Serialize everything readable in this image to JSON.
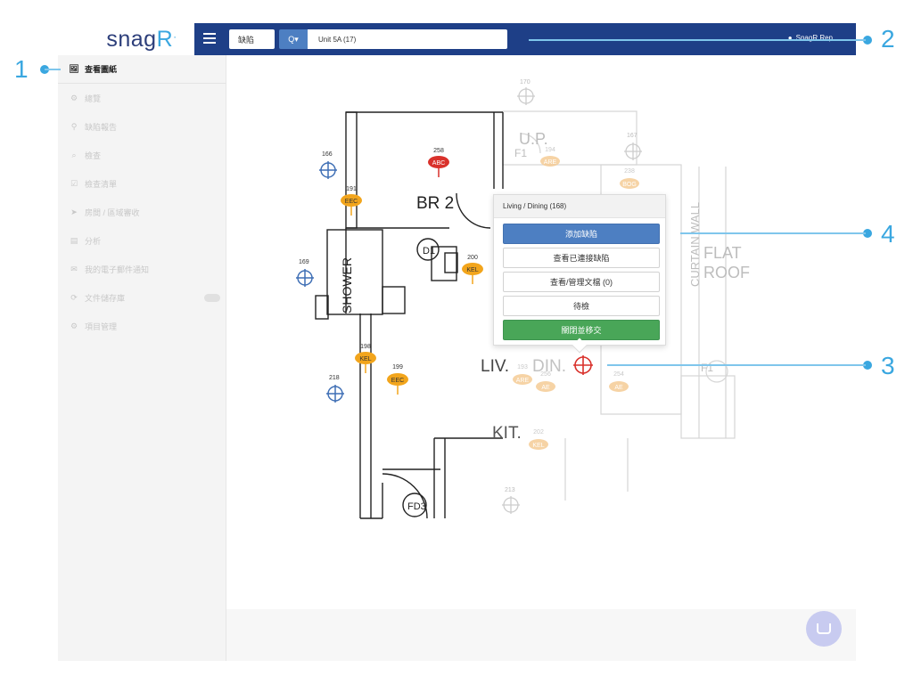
{
  "app": {
    "logo_main": "snag",
    "logo_r": "R",
    "logo_dot": "·"
  },
  "header": {
    "type_select": "缺陷",
    "search_label": "Q▾",
    "search_value": "Unit 5A (17)",
    "user": "SnagR Rep"
  },
  "sidebar": {
    "items": [
      {
        "icon": "🖼",
        "label": "查看圖紙",
        "active": true
      },
      {
        "icon": "⚙",
        "label": "總覽"
      },
      {
        "icon": "⚲",
        "label": "缺陷報告"
      },
      {
        "icon": "⌕",
        "label": "檢查"
      },
      {
        "icon": "☑",
        "label": "檢查清單"
      },
      {
        "icon": "➤",
        "label": "房間 / 區域審收"
      },
      {
        "icon": "▤",
        "label": "分析"
      },
      {
        "icon": "✉",
        "label": "我的電子郵件通知"
      },
      {
        "icon": "⟳",
        "label": "文件儲存庫"
      },
      {
        "icon": "⚙",
        "label": "項目管理"
      }
    ]
  },
  "plan": {
    "room_labels": [
      "BR 2",
      "LIV.",
      "DIN.",
      "KIT.",
      "SHOWER",
      "D1",
      "FD3",
      "F1",
      "U.P.",
      "CURTAIN WALL",
      "FLAT",
      "ROOF"
    ],
    "pins": [
      {
        "id": "258",
        "tag": "ABC",
        "color": "#d9312b"
      },
      {
        "id": "191",
        "tag": "EEC",
        "color": "#f2a51c"
      },
      {
        "id": "200",
        "tag": "KEL",
        "color": "#f2a51c"
      },
      {
        "id": "198",
        "tag": "KEL",
        "color": "#f2a51c"
      },
      {
        "id": "199",
        "tag": "EEC",
        "color": "#f2a51c"
      },
      {
        "id": "194",
        "tag": "ARE",
        "color": "#f5c98f"
      },
      {
        "id": "238",
        "tag": "BOG",
        "color": "#f5c98f"
      },
      {
        "id": "193",
        "tag": "ARE",
        "color": "#f5c98f"
      },
      {
        "id": "256",
        "tag": "AE",
        "color": "#f5c98f"
      },
      {
        "id": "254",
        "tag": "AE",
        "color": "#f5c98f"
      },
      {
        "id": "202",
        "tag": "KEL",
        "color": "#f5c98f"
      }
    ],
    "targets": [
      "166",
      "169",
      "218",
      "170",
      "167",
      "213"
    ]
  },
  "popup": {
    "title": "Living / Dining (168)",
    "add": "添加缺陷",
    "linked": "查看已連接缺陷",
    "docs": "查看/管理文檔 (0)",
    "pending": "待檢",
    "close": "關閉並移交"
  },
  "callouts": [
    "1",
    "2",
    "3",
    "4"
  ],
  "colors": {
    "header": "#1e3f87",
    "accent": "#3aa7e0",
    "blue_btn": "#4d7fc2",
    "green_btn": "#49a658"
  }
}
